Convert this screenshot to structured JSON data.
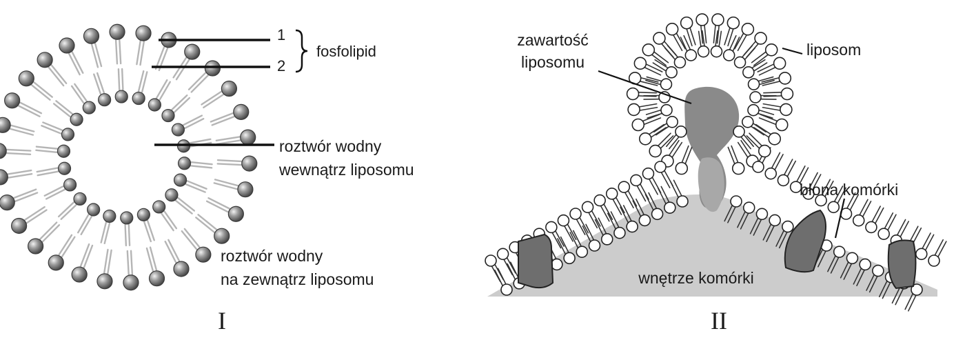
{
  "diagram_I": {
    "numeral": "I",
    "labels": {
      "num1": "1",
      "num2": "2",
      "phospholipid": "fosfolipid",
      "inner_line1": "roztwór wodny",
      "inner_line2": "wewnątrz liposomu",
      "outer_line1": "roztwór wodny",
      "outer_line2": "na zewnątrz liposomu"
    }
  },
  "diagram_II": {
    "numeral": "II",
    "labels": {
      "content_line1": "zawartość",
      "content_line2": "liposomu",
      "liposome": "liposom",
      "cell_membrane": "błona komórki",
      "cell_interior": "wnętrze komórki"
    }
  },
  "colors": {
    "head_fill": "#8c8c8c",
    "head_stroke": "#333333",
    "tail": "#b5b5b5",
    "line": "#111111",
    "cell_interior": "#c9c9c9",
    "liposome_content": "#8a8a8a",
    "protein": "#6e6e6e"
  }
}
